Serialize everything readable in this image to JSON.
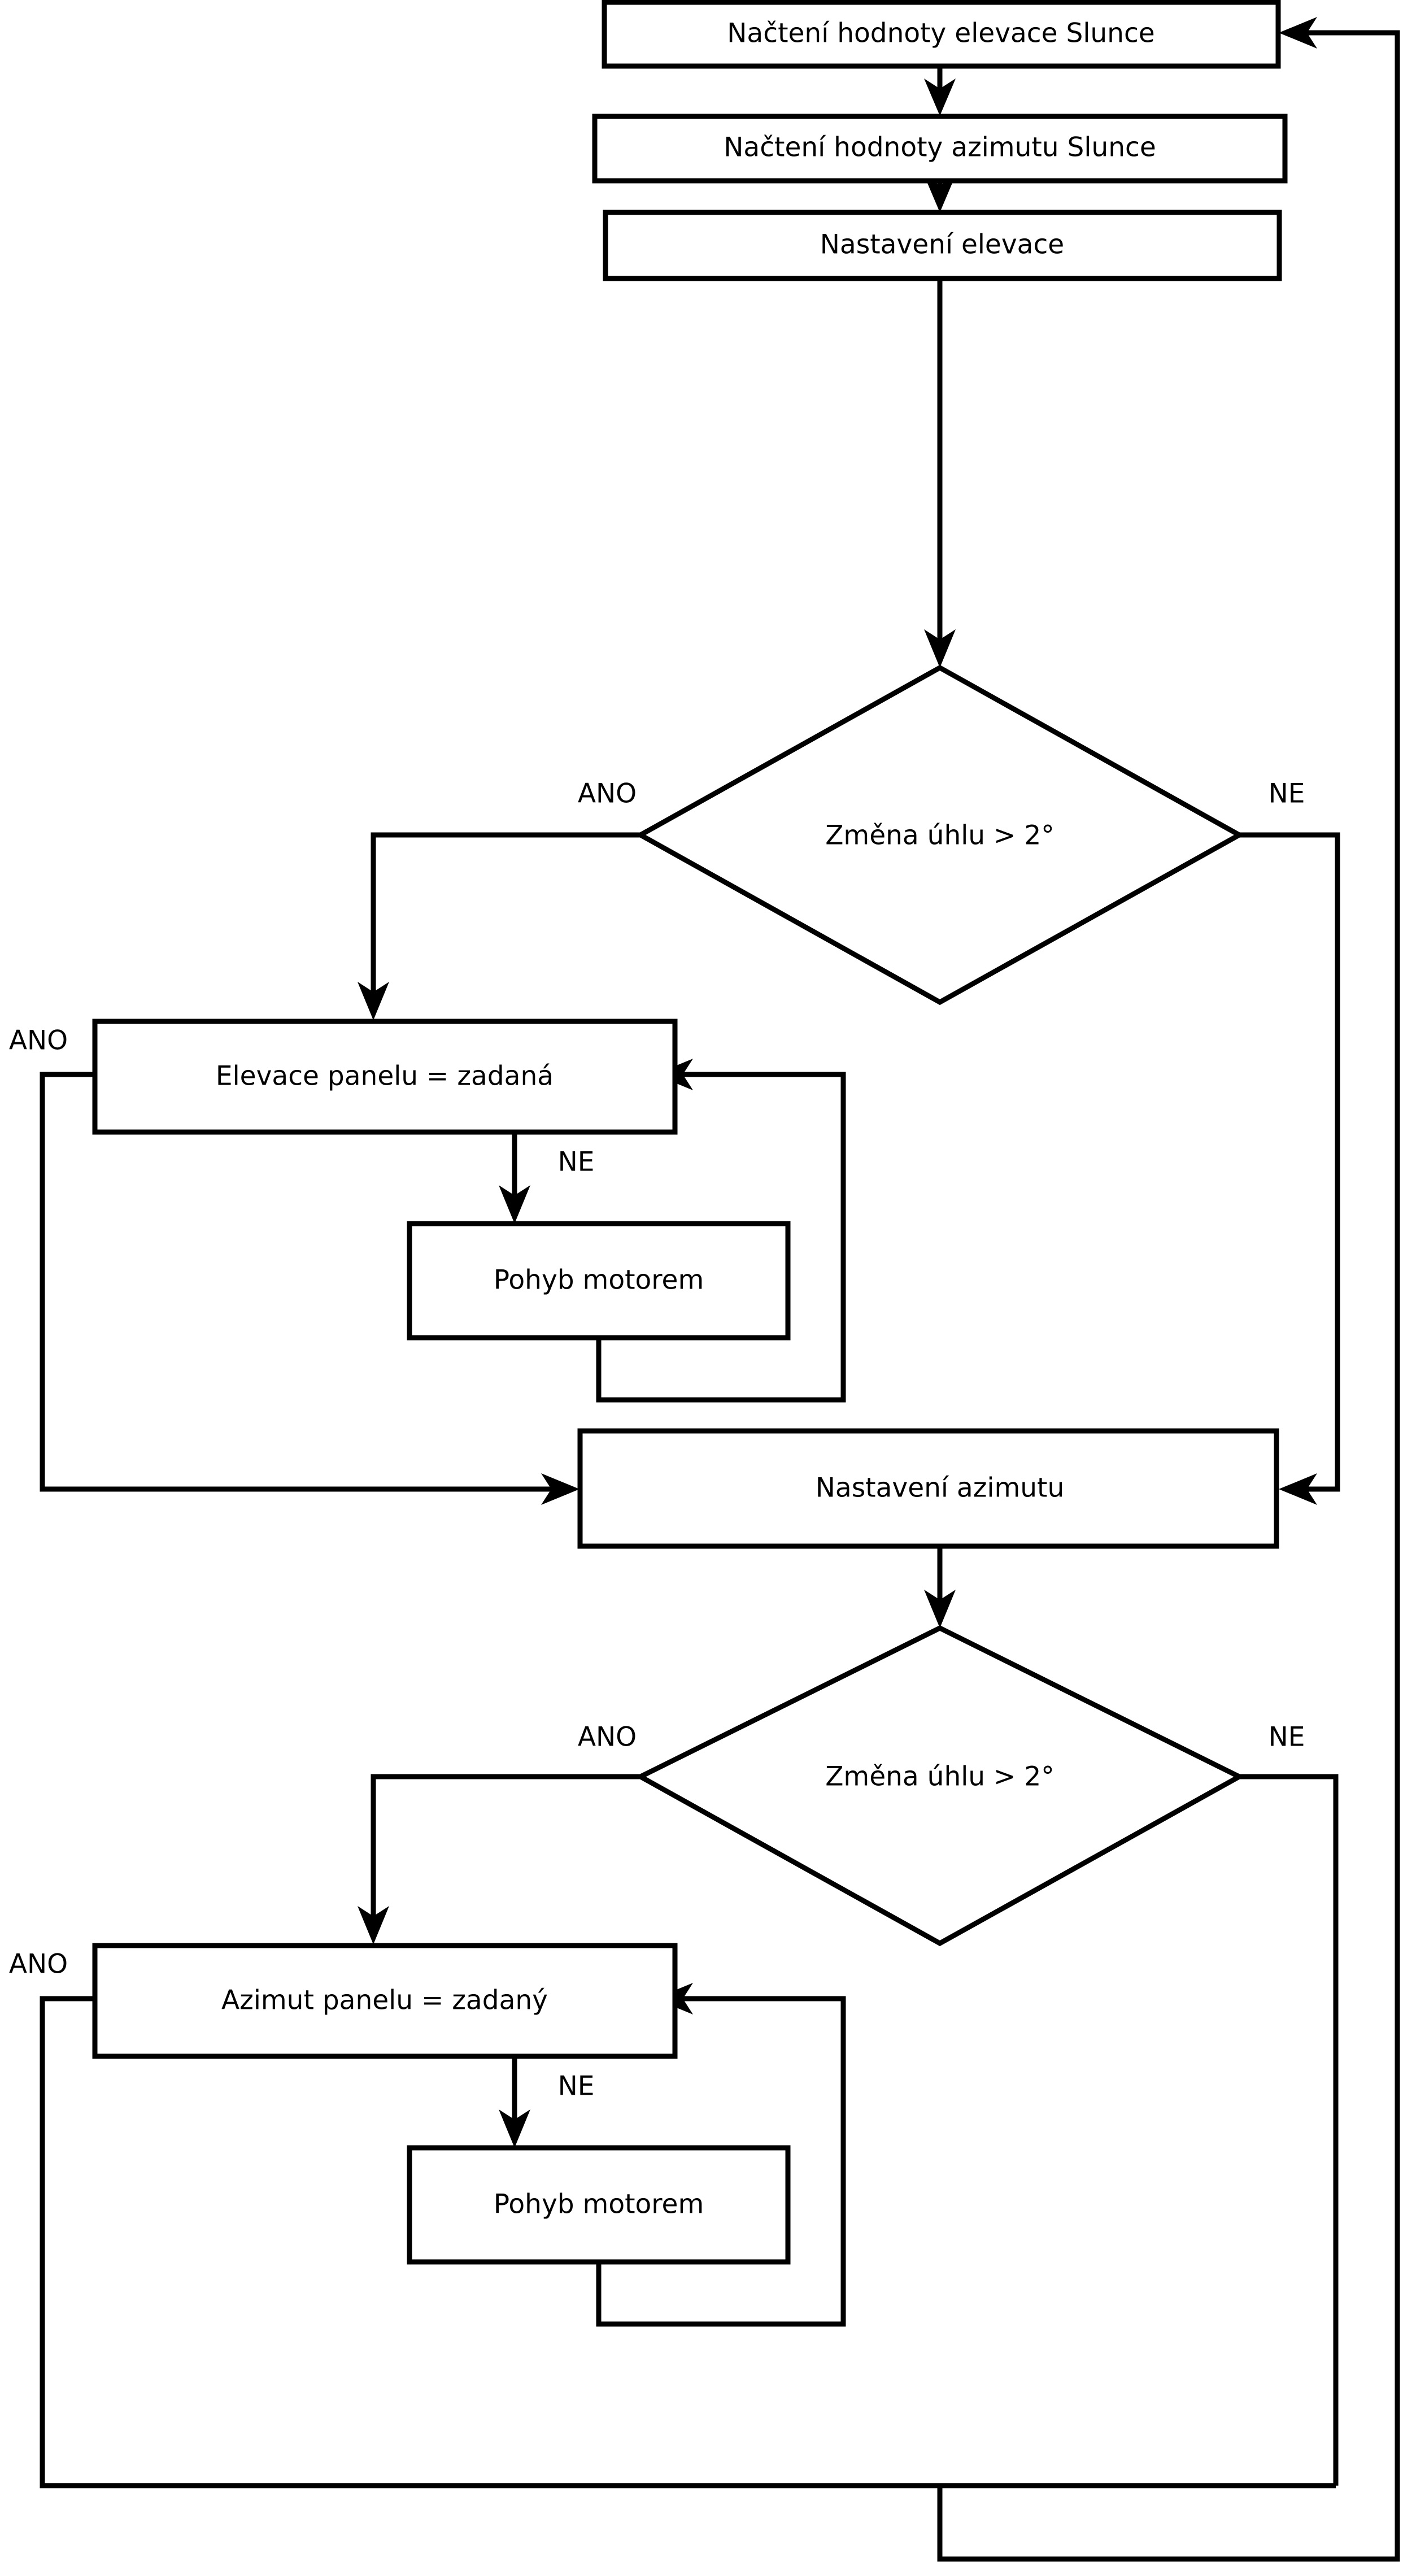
{
  "diagram": {
    "title": "Solar tracker control flowchart",
    "language": "cs",
    "background_color": "#ffffff",
    "line_color": "#000000",
    "nodes": [
      {
        "id": "read_elevation",
        "type": "process",
        "label": "Načtení hodnoty elevace Slunce"
      },
      {
        "id": "read_azimuth",
        "type": "process",
        "label": "Načtení hodnoty azimutu Slunce"
      },
      {
        "id": "set_elevation",
        "type": "process",
        "label": "Nastavení elevace"
      },
      {
        "id": "decision_elev",
        "type": "decision",
        "label": "Změna úhlu > 2°"
      },
      {
        "id": "panel_elev_eq",
        "type": "process",
        "label": "Elevace panelu = zadaná"
      },
      {
        "id": "motor_move_elev",
        "type": "process",
        "label": "Pohyb motorem"
      },
      {
        "id": "set_azimuth",
        "type": "process",
        "label": "Nastavení azimutu"
      },
      {
        "id": "decision_azim",
        "type": "decision",
        "label": "Změna úhlu > 2°"
      },
      {
        "id": "panel_azim_eq",
        "type": "process",
        "label": "Azimut panelu = zadaný"
      },
      {
        "id": "motor_move_azim",
        "type": "process",
        "label": "Pohyb motorem"
      }
    ],
    "edge_labels": {
      "decision_elev_yes": "ANO",
      "decision_elev_no": "NE",
      "panel_elev_yes": "ANO",
      "panel_elev_no": "NE",
      "decision_azim_yes": "ANO",
      "decision_azim_no": "NE",
      "panel_azim_yes": "ANO",
      "panel_azim_no": "NE"
    }
  }
}
